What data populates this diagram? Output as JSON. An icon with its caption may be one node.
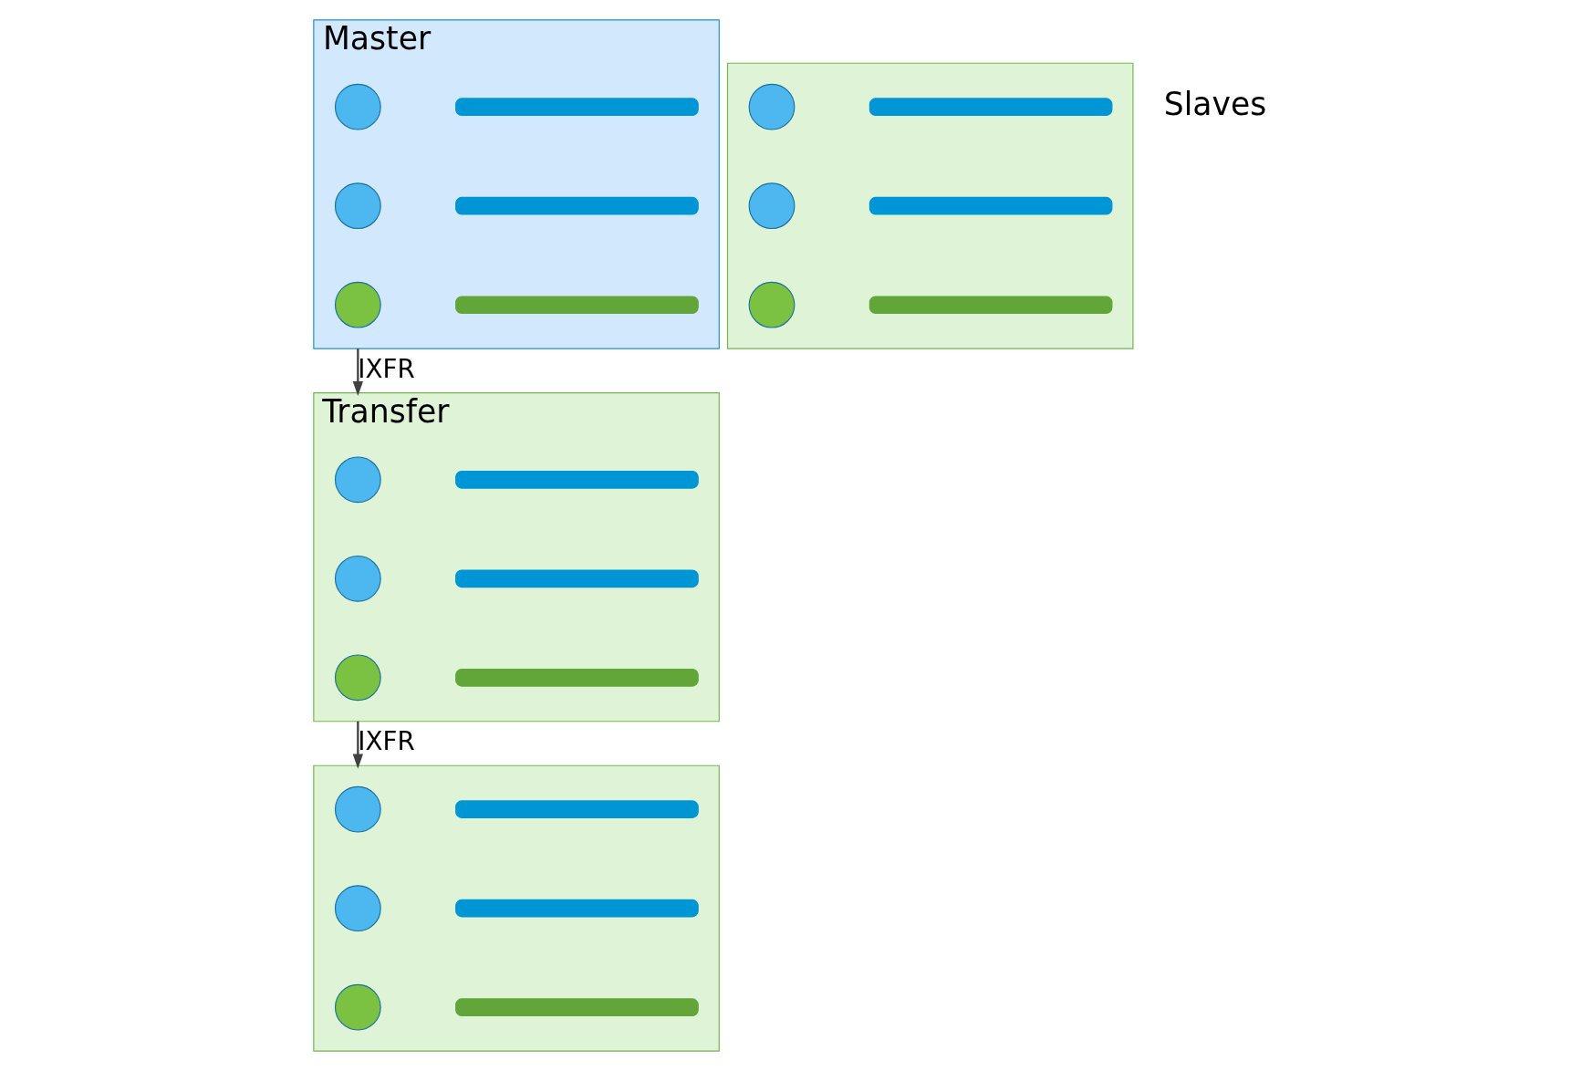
{
  "diagram": {
    "nodes": [
      {
        "text": [
          "Master"
        ]
      },
      {
        "text": [],
        "shape": "circle",
        "in": 0
      },
      {
        "text": [],
        "shape": "bar",
        "in": 0
      },
      {
        "text": [],
        "shape": "circle",
        "in": 0
      },
      {
        "text": [],
        "shape": "bar",
        "in": 0
      },
      {
        "text": [],
        "shape": "circle",
        "in": 0
      },
      {
        "text": [],
        "shape": "bar",
        "in": 0
      },
      {
        "text": [
          "Transfer"
        ]
      },
      {
        "text": [],
        "shape": "circle",
        "in": 7
      },
      {
        "text": [],
        "shape": "bar",
        "in": 7
      },
      {
        "text": [],
        "shape": "circle",
        "in": 7
      },
      {
        "text": [],
        "shape": "bar",
        "in": 7
      },
      {
        "text": [],
        "shape": "circle",
        "in": 7
      },
      {
        "text": [],
        "shape": "bar",
        "in": 7
      },
      {
        "text": [],
        "shape": "box"
      },
      {
        "text": [],
        "shape": "circle",
        "in": 14
      },
      {
        "text": [],
        "shape": "bar",
        "in": 14
      },
      {
        "text": [],
        "shape": "circle",
        "in": 14
      },
      {
        "text": [],
        "shape": "bar",
        "in": 14
      },
      {
        "text": [],
        "shape": "circle",
        "in": 14
      },
      {
        "text": [],
        "shape": "bar",
        "in": 14
      },
      {
        "text": [],
        "shape": "box"
      },
      {
        "text": [],
        "shape": "circle",
        "in": 21
      },
      {
        "text": [],
        "shape": "bar",
        "in": 21
      },
      {
        "text": [],
        "shape": "circle",
        "in": 21
      },
      {
        "text": [],
        "shape": "bar",
        "in": 21
      },
      {
        "text": [],
        "shape": "circle",
        "in": 21
      },
      {
        "text": [],
        "shape": "bar",
        "in": 21
      }
    ],
    "edges": [
      {
        "from": 0,
        "to": 7,
        "arrow": "to",
        "label": "IXFR"
      },
      {
        "from": 7,
        "to": 14,
        "arrow": "to",
        "label": "IXFR"
      }
    ],
    "labels": [
      "Slaves"
    ]
  }
}
